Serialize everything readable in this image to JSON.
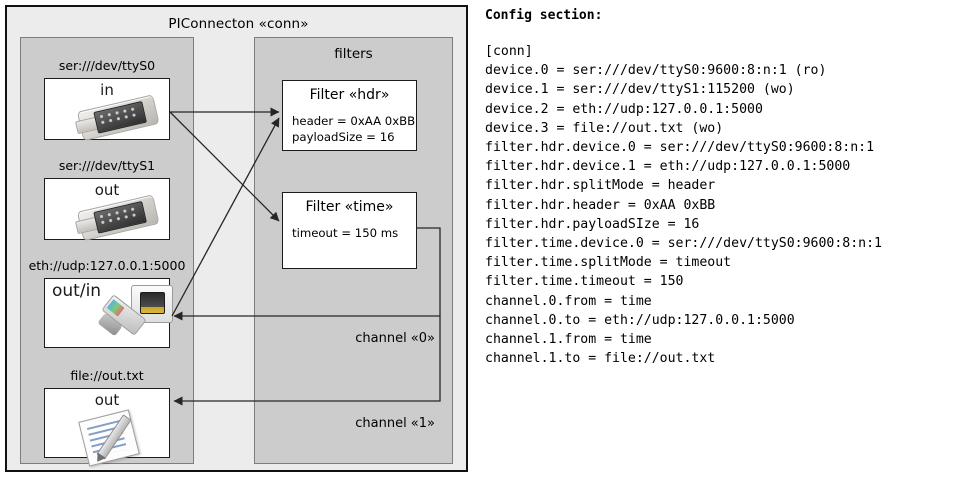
{
  "diagram": {
    "title": "PIConnecton «conn»",
    "devices_panel": {
      "items": [
        {
          "label": "ser:///dev/ttyS0",
          "direction": "in",
          "icon": "serial-port-icon"
        },
        {
          "label": "ser:///dev/ttyS1",
          "direction": "out",
          "icon": "serial-port-icon"
        },
        {
          "label": "eth://udp:127.0.0.1:5000",
          "direction": "out/in",
          "icon": "ethernet-jack-icon"
        },
        {
          "label": "file://out.txt",
          "direction": "out",
          "icon": "text-file-icon"
        }
      ]
    },
    "filters_panel": {
      "title": "filters",
      "items": [
        {
          "title": "Filter «hdr»",
          "props": [
            "header = 0xAA 0xBB",
            "payloadSize = 16"
          ]
        },
        {
          "title": "Filter «time»",
          "props": [
            "timeout = 150 ms"
          ]
        }
      ]
    },
    "channels": [
      {
        "label": "channel «0»"
      },
      {
        "label": "channel «1»"
      }
    ]
  },
  "config": {
    "heading": "Config section:",
    "lines": [
      "[conn]",
      "device.0 = ser:///dev/ttyS0:9600:8:n:1 (ro)",
      "device.1 = ser:///dev/ttyS1:115200 (wo)",
      "device.2 = eth://udp:127.0.0.1:5000",
      "device.3 = file://out.txt (wo)",
      "filter.hdr.device.0 = ser:///dev/ttyS0:9600:8:n:1",
      "filter.hdr.device.1 = eth://udp:127.0.0.1:5000",
      "filter.hdr.splitMode = header",
      "filter.hdr.header = 0xAA 0xBB",
      "filter.hdr.payloadSIze = 16",
      "filter.time.device.0 = ser:///dev/ttyS0:9600:8:n:1",
      "filter.time.splitMode = timeout",
      "filter.time.timeout = 150",
      "channel.0.from = time",
      "channel.0.to = eth://udp:127.0.0.1:5000",
      "channel.1.from = time",
      "channel.1.to = file://out.txt"
    ]
  },
  "colors": {
    "page_background": "#ffffff",
    "outer_background": "#ececec",
    "panel_background": "#cccccc",
    "panel_border": "#7d7d7d",
    "box_border": "#1c1c1c",
    "wire": "#333333"
  }
}
